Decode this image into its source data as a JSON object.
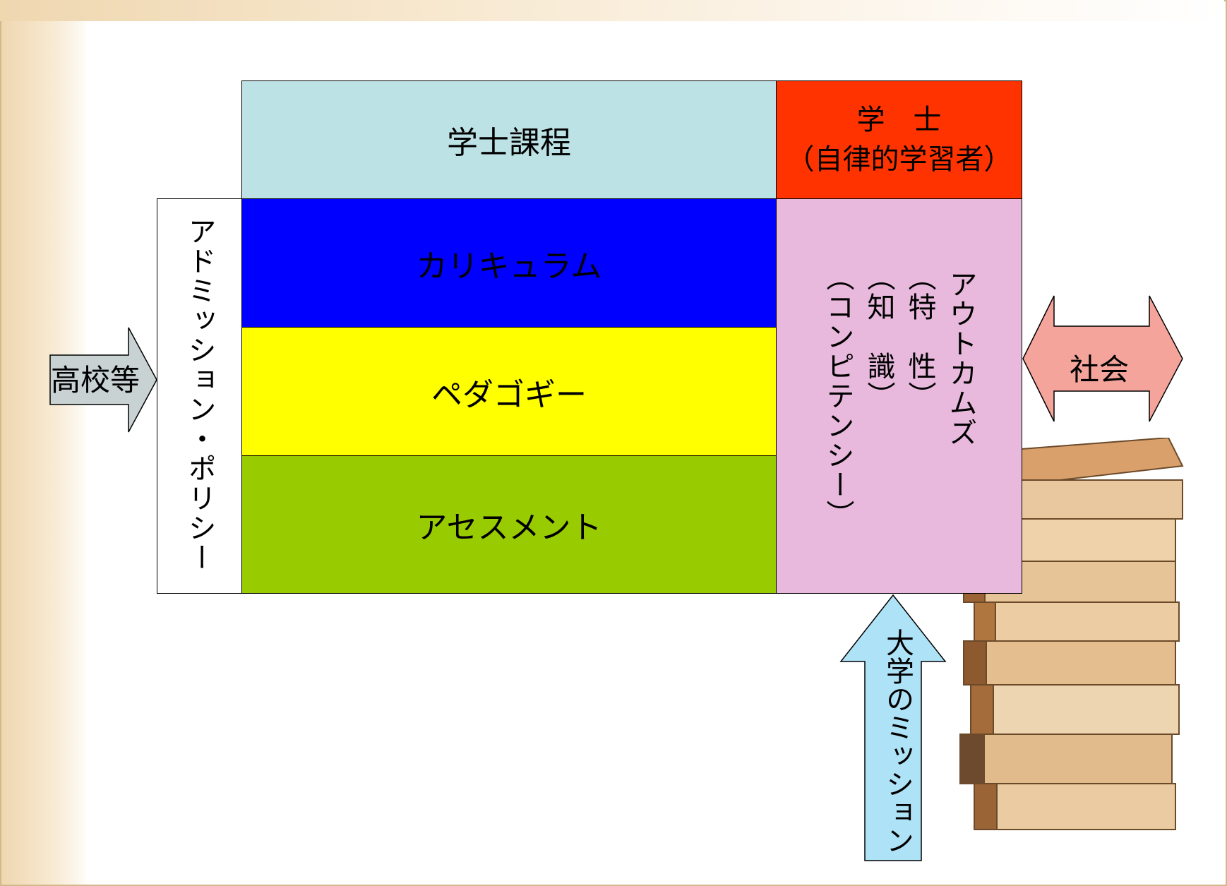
{
  "diagram": {
    "bachelor_course": "学士課程",
    "bachelor_line1": "学　士",
    "bachelor_line2": "（自律的学習者）",
    "admission_policy": "アドミッション・ポリシー",
    "curriculum": "カリキュラム",
    "pedagogy": "ペダゴギー",
    "assessment": "アセスメント",
    "outcomes": {
      "title": "アウトカムズ",
      "traits": "（特　性）",
      "knowledge": "（知　識）",
      "competency": "（コンピテンシー）"
    },
    "high_school": "高校等",
    "society": "社会",
    "university_mission": "大学のミッション"
  },
  "colors": {
    "bachelor_course": "#bde2e5",
    "bachelor": "#ff3300",
    "curriculum": "#0000ff",
    "pedagogy": "#ffff00",
    "assessment": "#99cc00",
    "outcomes": "#e8b9dd",
    "high_school_arrow": "#c9d2d3",
    "society_arrow": "#f4a49a",
    "mission_arrow": "#aee2f6"
  }
}
